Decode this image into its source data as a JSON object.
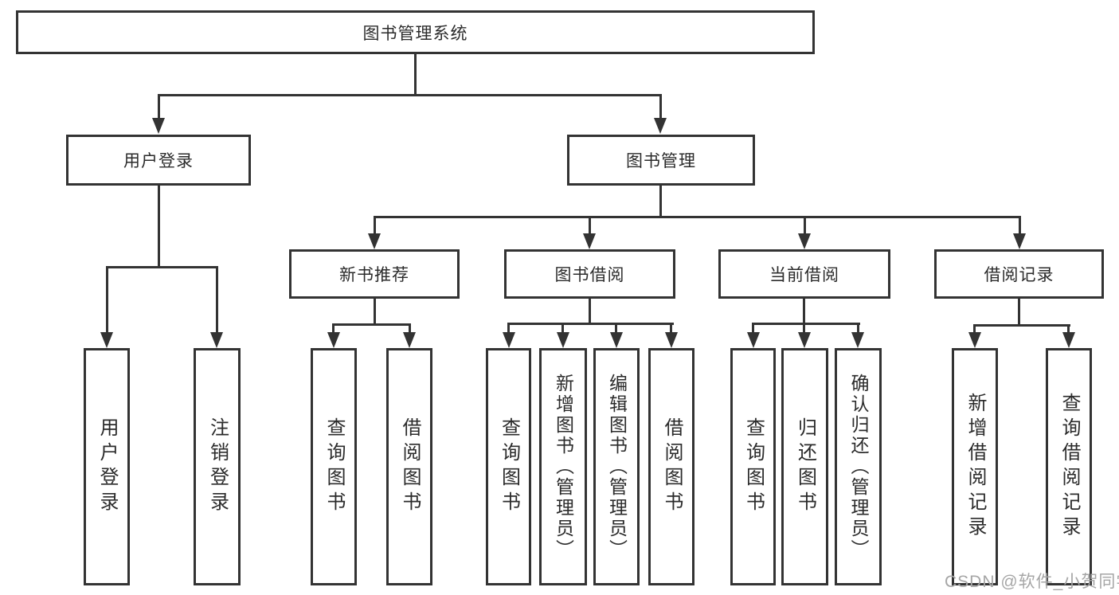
{
  "nodes": {
    "root": "图书管理系统",
    "level2": [
      "用户登录",
      "图书管理"
    ],
    "level3": [
      "新书推荐",
      "图书借阅",
      "当前借阅",
      "借阅记录"
    ],
    "leaves_user_login": [
      "用户登录",
      "注销登录"
    ],
    "leaves_new_books": [
      "查询图书",
      "借阅图书"
    ],
    "leaves_book_borrow": [
      "查询图书",
      "新增图书（管理员）",
      "编辑图书（管理员）",
      "借阅图书"
    ],
    "leaves_current_borrow": [
      "查询图书",
      "归还图书",
      "确认归还（管理员）"
    ],
    "leaves_borrow_records": [
      "新增借阅记录",
      "查询借阅记录"
    ]
  },
  "watermark": "CSDN @软件_小贺同学",
  "colors": {
    "line": "#333333",
    "text": "#2b2b2b",
    "watermark": "#a6a6a6",
    "background": "#ffffff"
  }
}
